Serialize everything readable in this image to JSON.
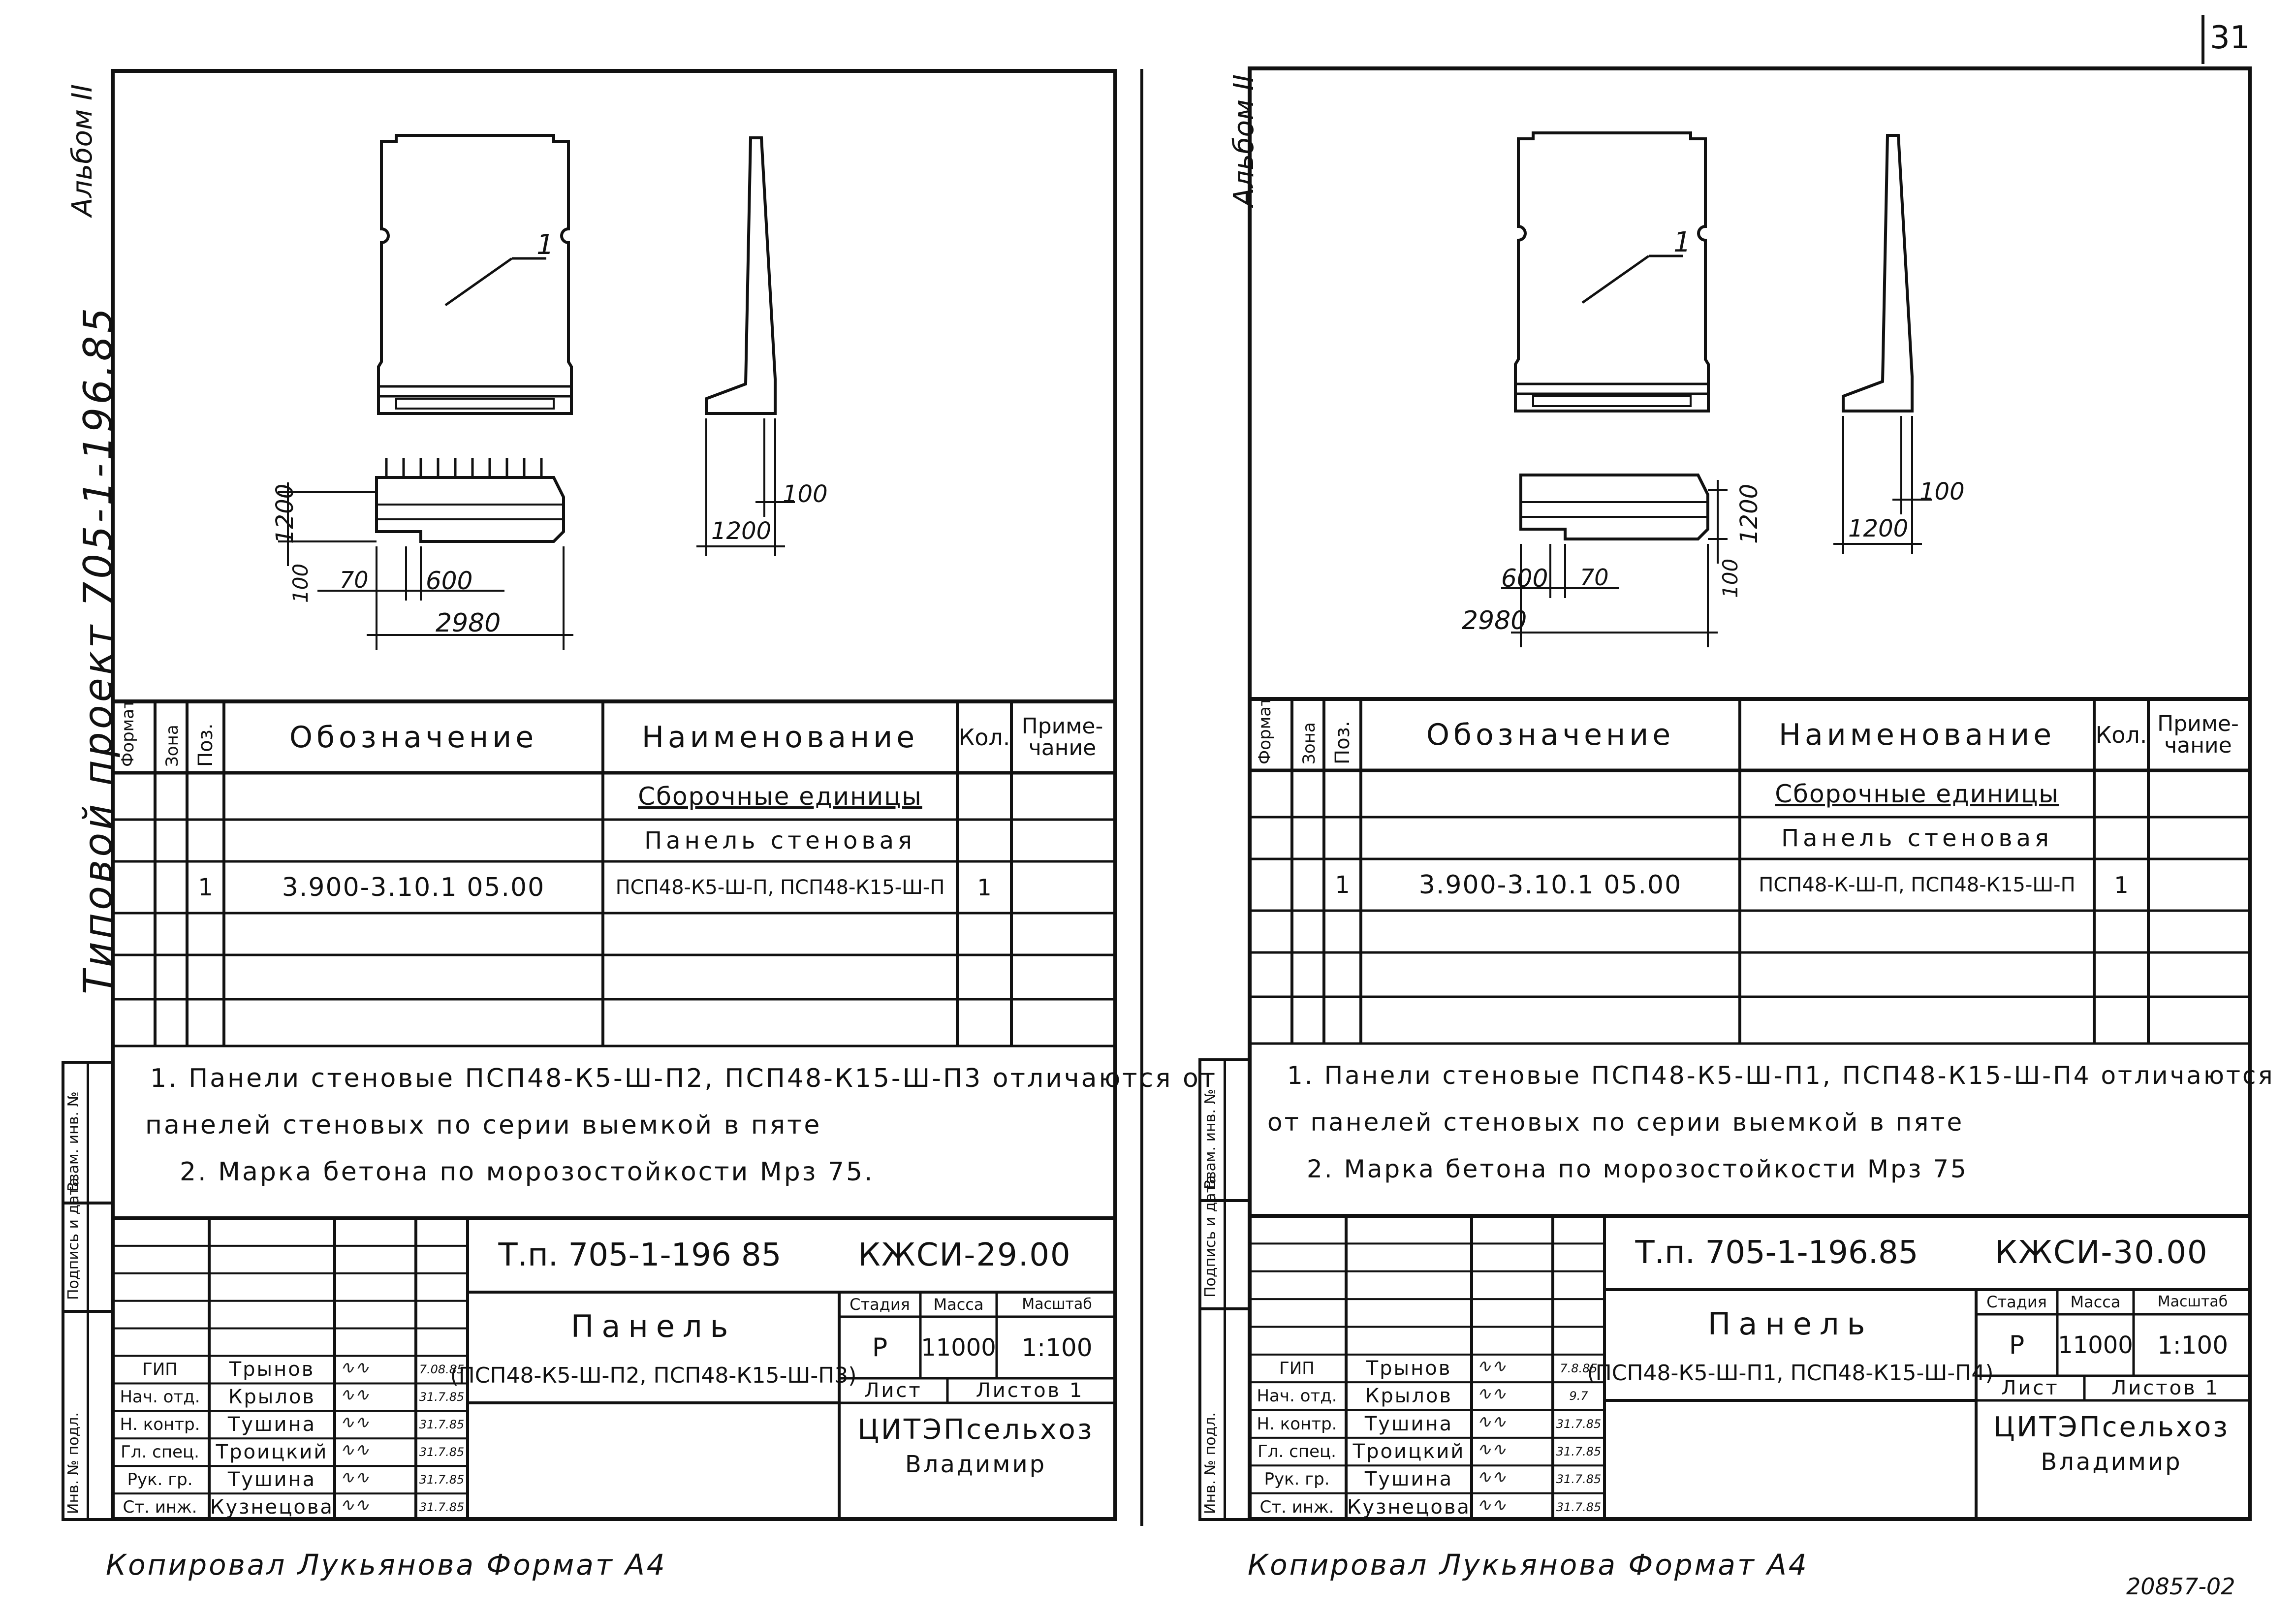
{
  "page_number": "31",
  "doc_number": "20857-02",
  "left_margin_text": {
    "album": "Альбом II",
    "project": "Типовой проект 705-1-196.85"
  },
  "side_stamp_labels": [
    "Инв. № подл.",
    "Подпись и дата",
    "Взам. инв. №"
  ],
  "spec_headers": {
    "format": "Формат",
    "zone": "Зона",
    "pos": "Поз.",
    "designation": "Обозначение",
    "name": "Наименование",
    "qty": "Кол.",
    "note": "Приме-чание"
  },
  "sheets": [
    {
      "album": "Альбом II",
      "leader_label": "1",
      "dims": {
        "d100a": "100",
        "d1200a": "1200",
        "d1200b": "1200",
        "d100b": "100",
        "d70": "70",
        "d600": "600",
        "d2980": "2980"
      },
      "spec_rows": {
        "section": "Сборочные единицы",
        "group": "Панель стеновая",
        "pos": "1",
        "designation": "3.900-3.10.1 05.00",
        "name": "ПСП48-К5-Ш-П, ПСП48-К15-Ш-П",
        "qty": "1"
      },
      "notes": [
        "1. Панели стеновые ПСП48-К5-Ш-П2, ПСП48-К15-Ш-П3 отличаются от",
        "панелей стеновых по серии выемкой в пяте",
        "2. Марка бетона по морозостойкости Мрз 75."
      ],
      "title_block": {
        "project": "Т.п. 705-1-196 85",
        "code": "КЖСИ-29.00",
        "stage_label": "Стадия",
        "mass_label": "Масса",
        "scale_label": "Масштаб",
        "title": "Панель",
        "subtitle": "(ПСП48-К5-Ш-П2, ПСП48-К15-Ш-П3)",
        "stage": "Р",
        "mass": "11000",
        "scale": "1:100",
        "sheet_label": "Лист",
        "sheets_label": "Листов 1",
        "org1": "ЦИТЭПсельхоз",
        "org2": "Владимир",
        "signers": [
          {
            "role": "ГИП",
            "name": "Трынов",
            "date": "7.08.85"
          },
          {
            "role": "Нач. отд.",
            "name": "Крылов",
            "date": "31.7.85"
          },
          {
            "role": "Н. контр.",
            "name": "Тушина",
            "date": "31.7.85"
          },
          {
            "role": "Гл. спец.",
            "name": "Троицкий",
            "date": "31.7.85"
          },
          {
            "role": "Рук. гр.",
            "name": "Тушина",
            "date": "31.7.85"
          },
          {
            "role": "Ст. инж.",
            "name": "Кузнецова",
            "date": "31.7.85"
          }
        ]
      },
      "copied_by": "Копировал Лукьянова Формат А4"
    },
    {
      "album": "Альбом II",
      "leader_label": "1",
      "dims": {
        "d100a": "100",
        "d1200a": "1200",
        "d1200b": "1200",
        "d100b": "100",
        "d70": "70",
        "d600": "600",
        "d2980": "2980"
      },
      "spec_rows": {
        "section": "Сборочные единицы",
        "group": "Панель стеновая",
        "pos": "1",
        "designation": "3.900-3.10.1 05.00",
        "name": "ПСП48-К-Ш-П, ПСП48-К15-Ш-П",
        "qty": "1"
      },
      "notes": [
        "1. Панели стеновые ПСП48-К5-Ш-П1, ПСП48-К15-Ш-П4 отличаются",
        "от панелей стеновых по серии выемкой в пяте",
        "2. Марка бетона по морозостойкости Мрз 75"
      ],
      "title_block": {
        "project": "Т.п. 705-1-196.85",
        "code": "КЖСИ-30.00",
        "stage_label": "Стадия",
        "mass_label": "Масса",
        "scale_label": "Масштаб",
        "title": "Панель",
        "subtitle": "(ПСП48-К5-Ш-П1, ПСП48-К15-Ш-П4)",
        "stage": "Р",
        "mass": "11000",
        "scale": "1:100",
        "sheet_label": "Лист",
        "sheets_label": "Листов 1",
        "org1": "ЦИТЭПсельхоз",
        "org2": "Владимир",
        "signers": [
          {
            "role": "ГИП",
            "name": "Трынов",
            "date": "7.8.85"
          },
          {
            "role": "Нач. отд.",
            "name": "Крылов",
            "date": "9.7"
          },
          {
            "role": "Н. контр.",
            "name": "Тушина",
            "date": "31.7.85"
          },
          {
            "role": "Гл. спец.",
            "name": "Троицкий",
            "date": "31.7.85"
          },
          {
            "role": "Рук. гр.",
            "name": "Тушина",
            "date": "31.7.85"
          },
          {
            "role": "Ст. инж.",
            "name": "Кузнецова",
            "date": "31.7.85"
          }
        ]
      },
      "copied_by": "Копировал Лукьянова Формат А4"
    }
  ]
}
